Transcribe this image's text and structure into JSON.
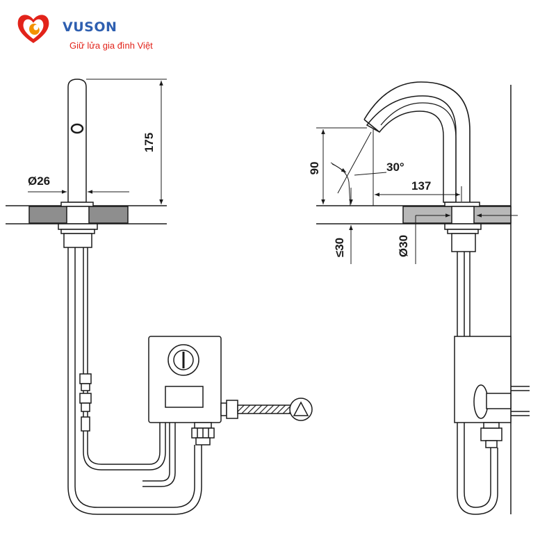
{
  "logo": {
    "brand": "VUSON",
    "tagline": "Giữ lửa gia đình Việt",
    "brand_color": "#2e5fb0",
    "accent_red": "#e2231a",
    "accent_orange": "#f39200"
  },
  "dimensions": {
    "left_view": {
      "height": "175",
      "diameter": "Ø26"
    },
    "right_view": {
      "spout_height": "90",
      "angle": "30°",
      "reach": "137",
      "deck_thickness": "≤30",
      "hole_diameter": "Ø30"
    }
  },
  "colors": {
    "line": "#1a1a1a",
    "counter_fill": "#8e8e8e",
    "counter_fill_light": "#b8b8b8"
  }
}
